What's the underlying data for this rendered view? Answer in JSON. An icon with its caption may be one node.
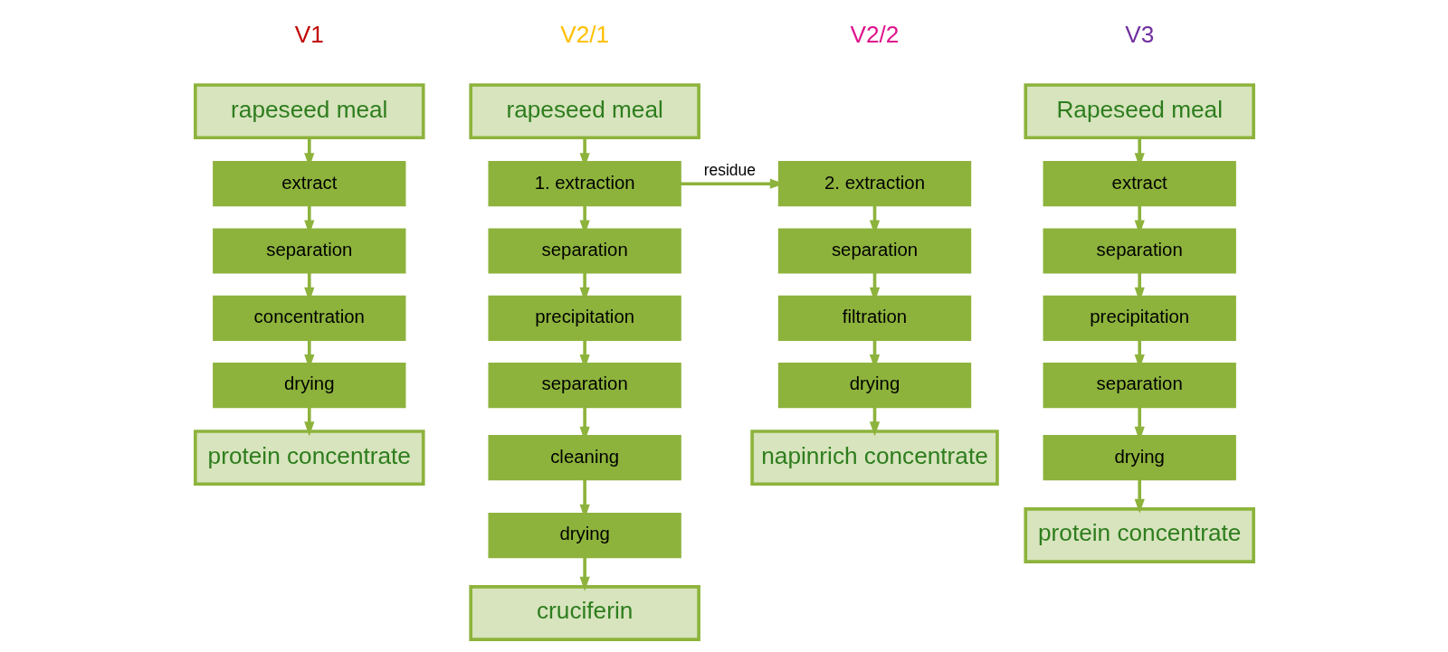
{
  "diagram": {
    "nodes": [
      {
        "text": [
          "rapeseed meal"
        ]
      },
      {
        "text": [
          "extract"
        ]
      },
      {
        "text": [
          "separation"
        ]
      },
      {
        "text": [
          "concentration"
        ]
      },
      {
        "text": [
          "drying"
        ]
      },
      {
        "text": [
          "protein concentrate"
        ]
      },
      {
        "text": [
          "rapeseed meal"
        ]
      },
      {
        "text": [
          "1. extraction"
        ]
      },
      {
        "text": [
          "separation"
        ]
      },
      {
        "text": [
          "precipitation"
        ]
      },
      {
        "text": [
          "separation"
        ]
      },
      {
        "text": [
          "cleaning"
        ]
      },
      {
        "text": [
          "drying"
        ]
      },
      {
        "text": [
          "cruciferin"
        ]
      },
      {
        "text": [
          "2. extraction"
        ]
      },
      {
        "text": [
          "separation"
        ]
      },
      {
        "text": [
          "filtration"
        ]
      },
      {
        "text": [
          "drying"
        ]
      },
      {
        "text": [
          "napinrich concentrate"
        ]
      },
      {
        "text": [
          "Rapeseed meal"
        ]
      },
      {
        "text": [
          "extract"
        ]
      },
      {
        "text": [
          "separation"
        ]
      },
      {
        "text": [
          "precipitation"
        ]
      },
      {
        "text": [
          "separation"
        ]
      },
      {
        "text": [
          "drying"
        ]
      },
      {
        "text": [
          "protein concentrate"
        ]
      }
    ],
    "edges": [
      {
        "from": 0,
        "to": 1,
        "arrow": "to"
      },
      {
        "from": 1,
        "to": 2,
        "arrow": "to"
      },
      {
        "from": 2,
        "to": 3,
        "arrow": "to"
      },
      {
        "from": 3,
        "to": 4,
        "arrow": "to"
      },
      {
        "from": 4,
        "to": 5,
        "arrow": "to"
      },
      {
        "from": 6,
        "to": 7,
        "arrow": "to"
      },
      {
        "from": 7,
        "to": 8,
        "arrow": "to"
      },
      {
        "from": 8,
        "to": 9,
        "arrow": "to"
      },
      {
        "from": 9,
        "to": 10,
        "arrow": "to"
      },
      {
        "from": 10,
        "to": 11,
        "arrow": "to"
      },
      {
        "from": 11,
        "to": 12,
        "arrow": "to"
      },
      {
        "from": 12,
        "to": 13,
        "arrow": "to"
      },
      {
        "from": 7,
        "to": 14,
        "arrow": "to",
        "label": "residue"
      },
      {
        "from": 14,
        "to": 15,
        "arrow": "to"
      },
      {
        "from": 15,
        "to": 16,
        "arrow": "to"
      },
      {
        "from": 16,
        "to": 17,
        "arrow": "to"
      },
      {
        "from": 17,
        "to": 18,
        "arrow": "to"
      },
      {
        "from": 19,
        "to": 20,
        "arrow": "to"
      },
      {
        "from": 20,
        "to": 21,
        "arrow": "to"
      },
      {
        "from": 21,
        "to": 22,
        "arrow": "to"
      },
      {
        "from": 22,
        "to": 23,
        "arrow": "to"
      },
      {
        "from": 23,
        "to": 24,
        "arrow": "to"
      },
      {
        "from": 24,
        "to": 25,
        "arrow": "to"
      }
    ],
    "labels": [
      "V1",
      "V2/1",
      "V2/2",
      "V3"
    ]
  }
}
